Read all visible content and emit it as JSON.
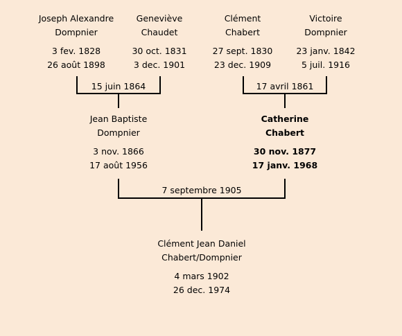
{
  "people": {
    "joseph": {
      "name_line1": "Joseph Alexandre",
      "name_line2": "Dompnier",
      "birth": "3 fev. 1828",
      "death": "26 août 1898"
    },
    "genevieve": {
      "name_line1": "Geneviève",
      "name_line2": "Chaudet",
      "birth": "30 oct. 1831",
      "death": "3 dec. 1901"
    },
    "clement_sr": {
      "name_line1": "Clément",
      "name_line2": "Chabert",
      "birth": "27 sept. 1830",
      "death": "23 dec. 1909"
    },
    "victoire": {
      "name_line1": "Victoire",
      "name_line2": "Dompnier",
      "birth": "23 janv. 1842",
      "death": "5 juil. 1916"
    },
    "jean_baptiste": {
      "name_line1": "Jean Baptiste",
      "name_line2": "Dompnier",
      "birth": "3 nov. 1866",
      "death": "17 août 1956"
    },
    "catherine": {
      "name_line1": "Catherine",
      "name_line2": "Chabert",
      "birth": "30 nov. 1877",
      "death": "17 janv. 1968"
    },
    "clement_jr": {
      "name_line1": "Clément Jean Daniel",
      "name_line2": "Chabert/Dompnier",
      "birth": "4 mars 1902",
      "death": "26 dec. 1974"
    }
  },
  "marriages": {
    "dompnier_chaudet": "15 juin 1864",
    "chabert_dompnier": "17 avril 1861",
    "jean_catherine": "7 septembre 1905"
  }
}
